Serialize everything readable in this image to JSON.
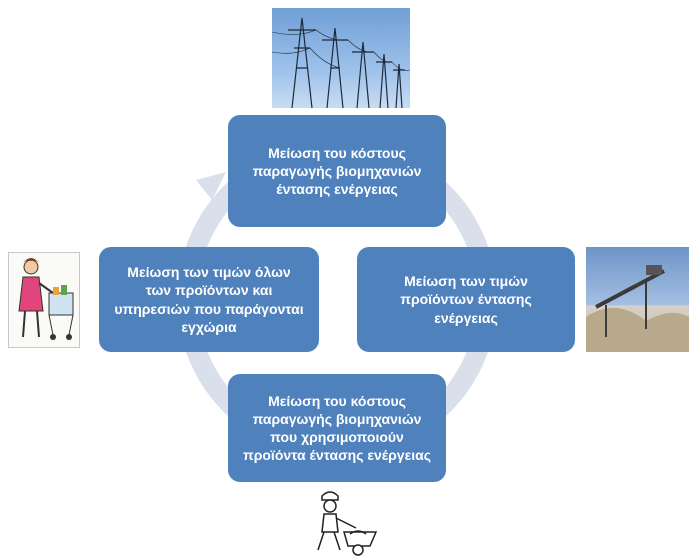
{
  "nodes": {
    "top": "Μείωση του κόστους\nπαραγωγής βιομηχανιών\nέντασης ενέργειας",
    "right": "Μείωση των τιμών\nπροϊόντων έντασης\nενέργειας",
    "bottom": "Μείωση του κόστους\nπαραγωγής βιομηχανιών\nπου χρησιμοποιούν\nπροϊόντα έντασης ενέργειας",
    "left": "Μείωση των τιμών όλων\nτων προϊόντων και\nυπηρεσιών που παράγονται\nεγχώρια"
  },
  "colors": {
    "node_fill": "#4f81bd",
    "node_text": "#ffffff",
    "cycle_arrow": "#d9dfeb"
  },
  "images": {
    "top": "power-pylons-photo",
    "right": "conveyor-gravel-photo",
    "left": "shopper-clipart",
    "bottom": "worker-wheelbarrow-clipart"
  }
}
